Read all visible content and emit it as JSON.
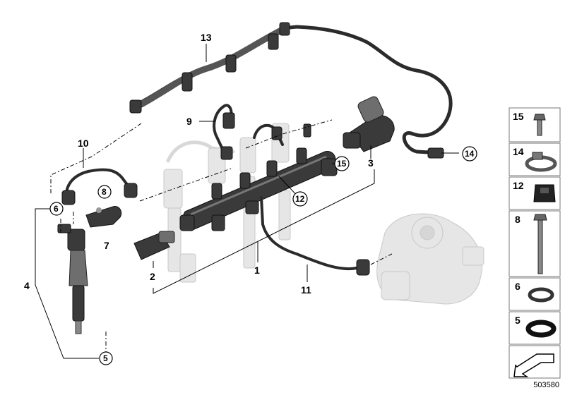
{
  "callouts": [
    {
      "id": "c1",
      "label": "1"
    },
    {
      "id": "c2",
      "label": "2"
    },
    {
      "id": "c3",
      "label": "3"
    },
    {
      "id": "c4",
      "label": "4"
    },
    {
      "id": "c5",
      "label": "5"
    },
    {
      "id": "c6",
      "label": "6"
    },
    {
      "id": "c7",
      "label": "7"
    },
    {
      "id": "c8",
      "label": "8"
    },
    {
      "id": "c9",
      "label": "9"
    },
    {
      "id": "c10",
      "label": "10"
    },
    {
      "id": "c11",
      "label": "11"
    },
    {
      "id": "c12",
      "label": "12"
    },
    {
      "id": "c13",
      "label": "13"
    },
    {
      "id": "c14",
      "label": "14"
    },
    {
      "id": "c15",
      "label": "15"
    }
  ],
  "legend": [
    {
      "label": "15",
      "icon": "bolt-icon"
    },
    {
      "label": "14",
      "icon": "hose-clamp-icon"
    },
    {
      "label": "12",
      "icon": "rubber-grommet-icon"
    },
    {
      "label": "8",
      "icon": "long-bolt-icon"
    },
    {
      "label": "6",
      "icon": "o-ring-icon"
    },
    {
      "label": "5",
      "icon": "sealing-ring-icon"
    },
    {
      "label": "",
      "icon": "direction-arrow-icon"
    }
  ],
  "reference_number": "503580",
  "colors": {
    "part_dark": "#3a3a3a",
    "part_ghost": "#e6e6e6",
    "line": "#000000"
  }
}
